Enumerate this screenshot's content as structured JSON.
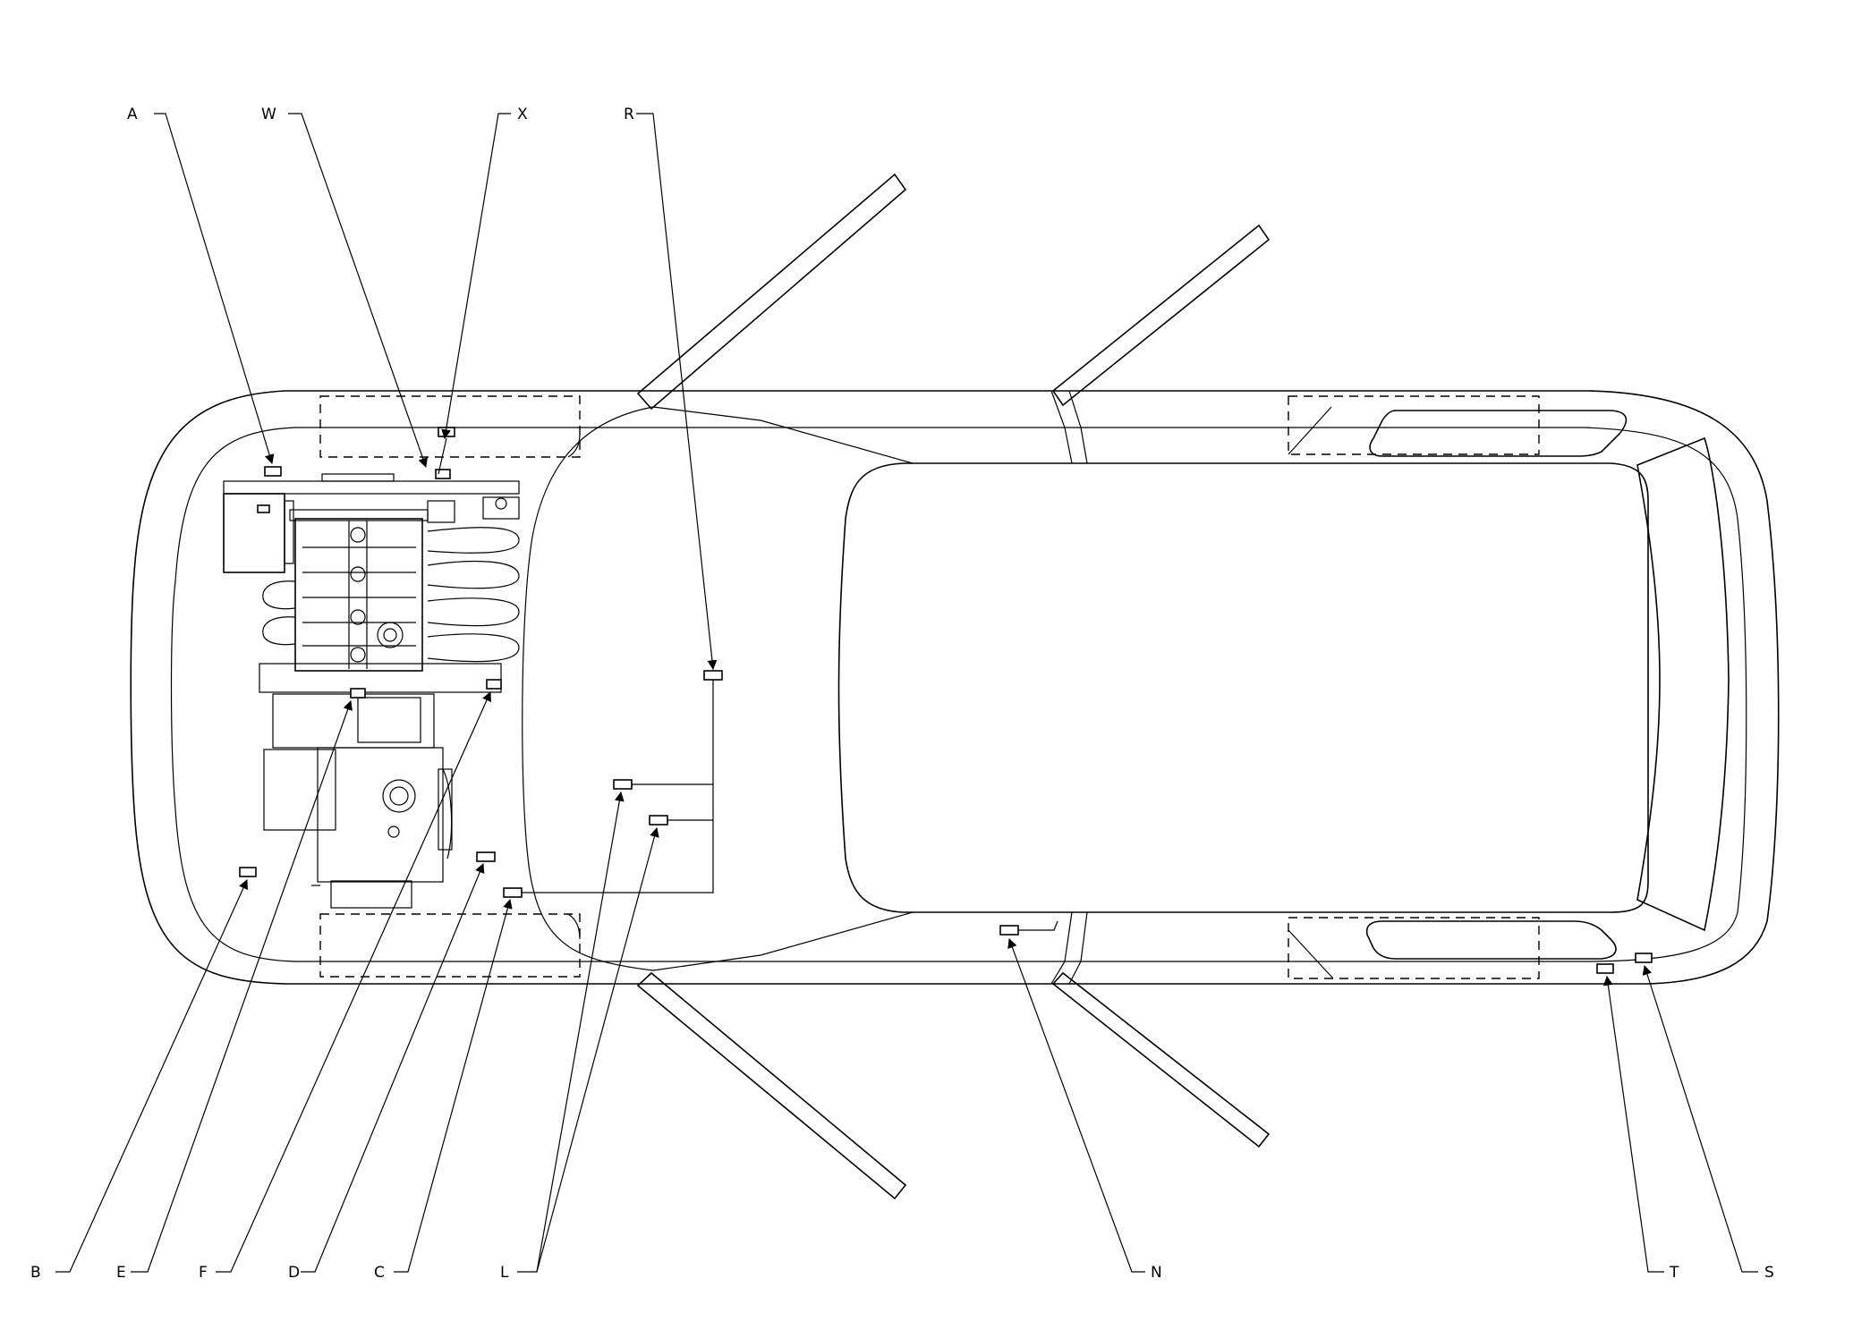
{
  "diagram": {
    "callouts_top": [
      "A",
      "W",
      "X",
      "R"
    ],
    "callouts_bottom": [
      "B",
      "E",
      "F",
      "D",
      "C",
      "L",
      "N",
      "T",
      "S"
    ]
  }
}
